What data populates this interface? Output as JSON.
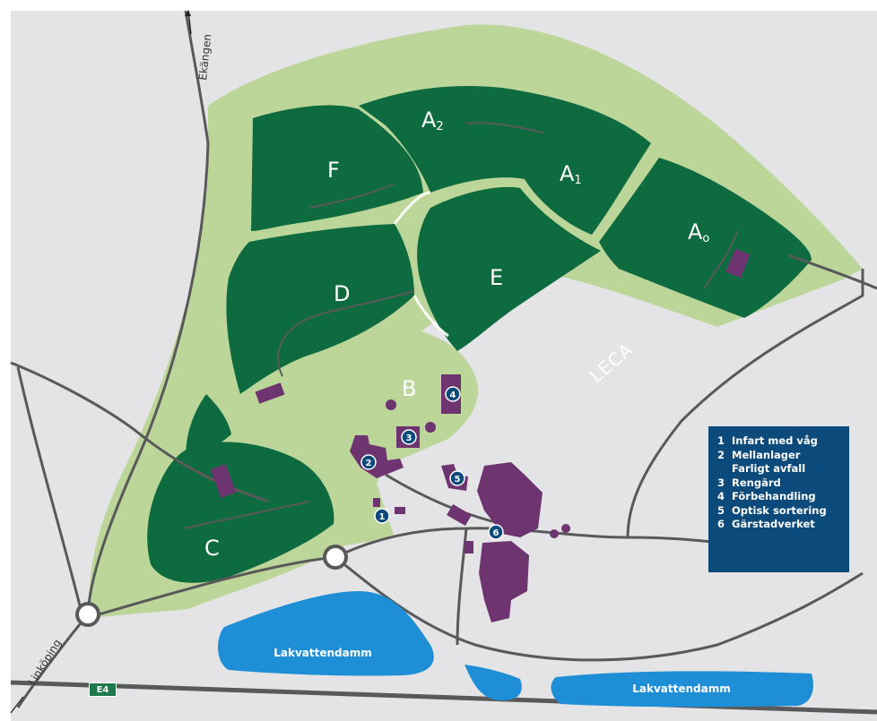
{
  "zones": {
    "f": {
      "label": "F"
    },
    "a2": {
      "label": "A",
      "sub": "2"
    },
    "a1": {
      "label": "A",
      "sub": "1"
    },
    "a0": {
      "label": "A",
      "sub": "o"
    },
    "d": {
      "label": "D"
    },
    "e": {
      "label": "E"
    },
    "b": {
      "label": "B"
    },
    "c": {
      "label": "C"
    }
  },
  "area_label": "LECA",
  "roads": {
    "north": "Ekängen",
    "southwest": "Linköping",
    "highway": "E4"
  },
  "ponds": {
    "left": "Lakvattendamm",
    "right": "Lakvattendamm"
  },
  "markers": [
    "1",
    "2",
    "3",
    "4",
    "5",
    "6"
  ],
  "legend": {
    "items": [
      {
        "num": "1",
        "label": "Infart med våg"
      },
      {
        "num": "2",
        "label": "Mellanlager",
        "cont": "Farligt avfall"
      },
      {
        "num": "3",
        "label": "Rengärd"
      },
      {
        "num": "4",
        "label": "Förbehandling"
      },
      {
        "num": "5",
        "label": "Optisk sortering"
      },
      {
        "num": "6",
        "label": "Gärstadverket"
      }
    ]
  },
  "colors": {
    "landfill": "#0e6b40",
    "grass": "#bcd69a",
    "ground": "#e4e4e6",
    "building": "#6e3470",
    "water": "#1e8fd6",
    "legend_bg": "#0b4a7a",
    "road": "#595959"
  }
}
